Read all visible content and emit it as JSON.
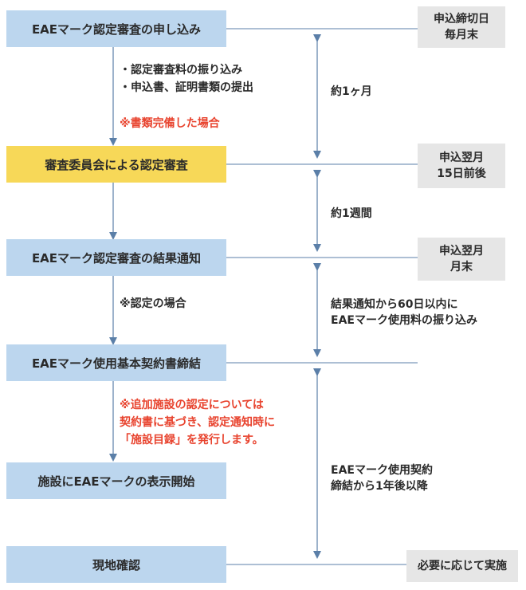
{
  "steps": [
    "EAEマーク認定審査の申し込み",
    "審査委員会による認定審査",
    "EAEマーク認定審査の結果通知",
    "EAEマーク使用基本契約書締結",
    "施設にEAEマークの表示開始",
    "現地確認"
  ],
  "side_boxes": [
    [
      "申込締切日",
      "毎月末"
    ],
    [
      "申込翌月",
      "15日前後"
    ],
    [
      "申込翌月",
      "月末"
    ],
    [
      "必要に応じて実施"
    ]
  ],
  "notes": {
    "n1": [
      "・認定審査料の振り込み",
      "・申込書、証明書類の提出"
    ],
    "n1_red": "※書類完備した場合",
    "n3": "※認定の場合",
    "n4_red": [
      "※追加施設の認定については",
      "契約書に基づき、認定通知時に",
      "「施設目録」を発行します。"
    ]
  },
  "durations": {
    "d1": "約1ヶ月",
    "d2": "約1週間",
    "d3": [
      "結果通知から60日以内に",
      "EAEマーク使用料の振り込み"
    ],
    "d4": [
      "EAEマーク使用契約",
      "締結から1年後以降"
    ]
  },
  "colors": {
    "step": "#bcd6ee",
    "highlight": "#f7d858",
    "side": "#e6e6e6",
    "line": "#5b7fa8",
    "red": "#e8432e"
  }
}
